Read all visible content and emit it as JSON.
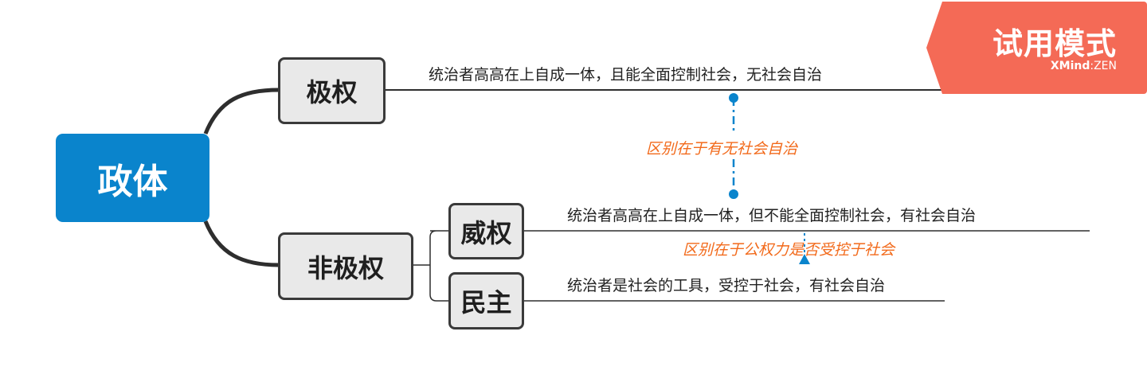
{
  "diagram": {
    "root": {
      "label": "政体"
    },
    "branches": [
      {
        "label": "极权",
        "description": "统治者高高在上自成一体，且能全面控制社会，无社会自治"
      },
      {
        "label": "非极权",
        "children": [
          {
            "label": "威权",
            "description": "统治者高高在上自成一体，但不能全面控制社会，有社会自治"
          },
          {
            "label": "民主",
            "description": "统治者是社会的工具，受控于社会，有社会自治"
          }
        ]
      }
    ],
    "relationships": [
      {
        "from": "极权",
        "to": "威权",
        "label": "区别在于有无社会自治"
      },
      {
        "from": "威权",
        "to": "民主",
        "label": "区别在于公权力是否受控于社会"
      }
    ]
  },
  "watermark": {
    "title": "试用模式",
    "brand_bold": "XMind",
    "brand_sep": ":",
    "brand_rest": "ZEN"
  },
  "colors": {
    "root_fill": "#0a84cc",
    "node_fill": "#e9e9e9",
    "node_border": "#3a3a3a",
    "relationship_line": "#0a84cc",
    "relationship_label": "#f26a1b",
    "watermark_fill": "#f46a56"
  }
}
